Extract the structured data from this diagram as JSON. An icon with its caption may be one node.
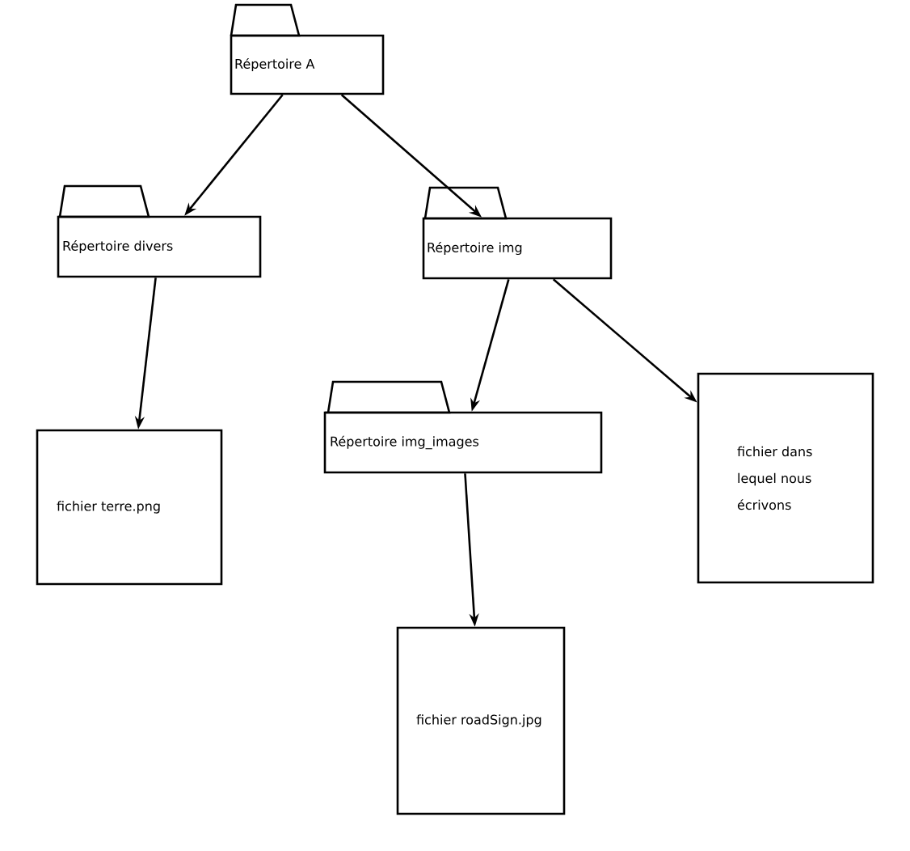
{
  "diagram": {
    "nodes": [
      {
        "text": [
          "Répertoire A"
        ]
      },
      {
        "text": [
          "Répertoire divers"
        ]
      },
      {
        "text": [
          "Répertoire img"
        ]
      },
      {
        "text": [
          "fichier terre.png"
        ]
      },
      {
        "text": [
          "Répertoire img_images"
        ]
      },
      {
        "text": [
          "fichier dans lequel nous écrivons"
        ]
      },
      {
        "text": [
          "fichier roadSign.jpg"
        ]
      }
    ],
    "edges": [
      {
        "from": 0,
        "to": 1,
        "arrow": "to"
      },
      {
        "from": 0,
        "to": 2,
        "arrow": "to"
      },
      {
        "from": 1,
        "to": 3,
        "arrow": "to"
      },
      {
        "from": 2,
        "to": 4,
        "arrow": "to"
      },
      {
        "from": 2,
        "to": 5,
        "arrow": "to"
      },
      {
        "from": 4,
        "to": 6,
        "arrow": "to"
      }
    ]
  }
}
